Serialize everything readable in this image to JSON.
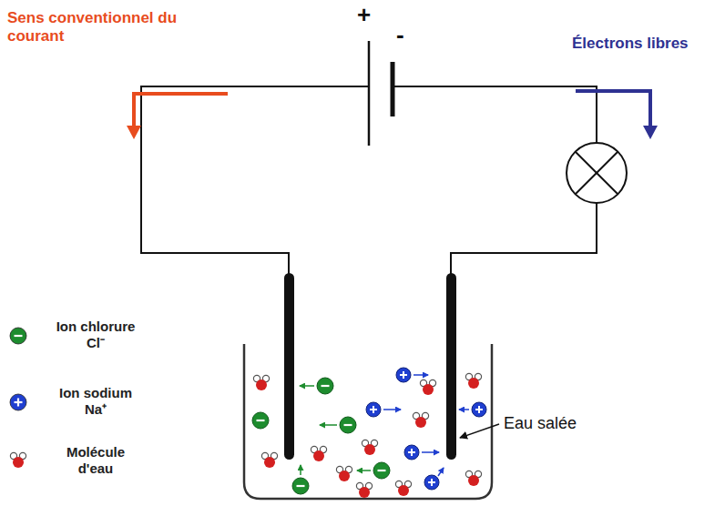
{
  "diagram": {
    "labels": [
      "Sens conventionnel du courant",
      "+",
      "-",
      "Électrons libres",
      "Eau salée"
    ],
    "legend": [
      {
        "text": "Ion chlorure Cl⁻",
        "color": "#1d8c2e"
      },
      {
        "text": "Ion sodium Na⁺",
        "color": "#1f3fd0"
      },
      {
        "text": "Molécule d'eau"
      }
    ]
  }
}
